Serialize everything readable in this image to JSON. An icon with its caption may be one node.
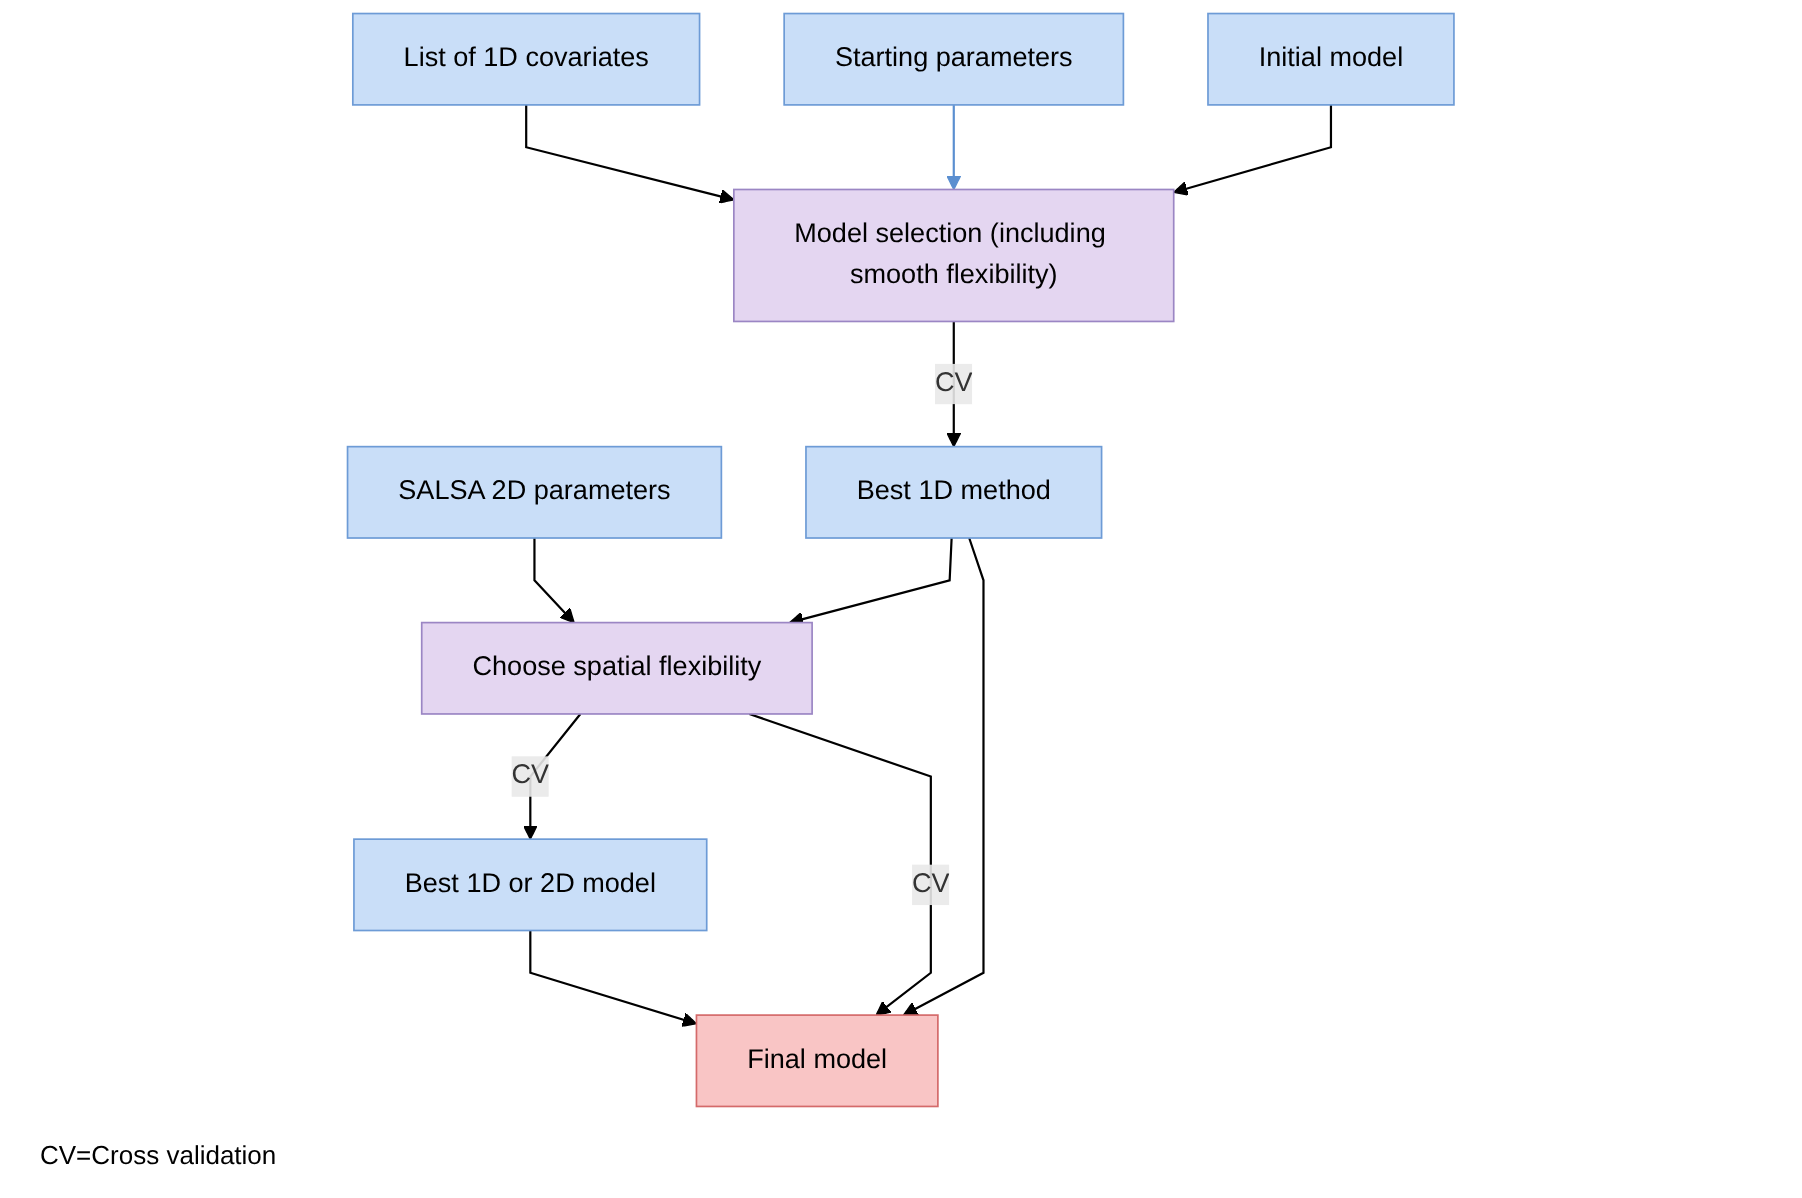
{
  "diagram": {
    "nodes": [
      {
        "text": [
          "List of 1D covariates"
        ]
      },
      {
        "text": [
          "Starting  parameters"
        ]
      },
      {
        "text": [
          "Initial  model"
        ]
      },
      {
        "text": [
          "Model selection (including smooth flexibility)"
        ]
      },
      {
        "text": [
          "SALSA  2D parameters"
        ]
      },
      {
        "text": [
          "Best 1D method"
        ]
      },
      {
        "text": [
          "Choose spatial flexibility"
        ]
      },
      {
        "text": [
          "Final model"
        ]
      },
      {
        "text": [
          "Best 1D or 2D model"
        ]
      }
    ],
    "edges": [
      {
        "from": 0,
        "to": 3,
        "arrow": "to"
      },
      {
        "from": 1,
        "to": 3,
        "arrow": "to",
        "color": "#5b8fd0"
      },
      {
        "from": 2,
        "to": 3,
        "arrow": "to"
      },
      {
        "from": 3,
        "to": 5,
        "arrow": "to",
        "label": "CV"
      },
      {
        "from": 4,
        "to": 6,
        "arrow": "to"
      },
      {
        "from": 5,
        "to": 6,
        "arrow": "to"
      },
      {
        "from": 6,
        "to": 8,
        "arrow": "to",
        "label": "CV"
      },
      {
        "from": 6,
        "to": 7,
        "arrow": "to",
        "label": "CV"
      },
      {
        "from": 5,
        "to": 7,
        "arrow": "to"
      },
      {
        "from": 8,
        "to": 7,
        "arrow": "to"
      }
    ],
    "labels": [
      "CV=Cross validation"
    ]
  }
}
